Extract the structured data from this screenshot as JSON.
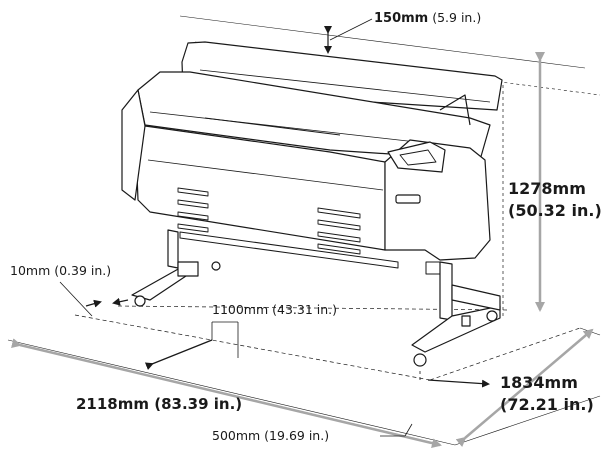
{
  "labels": {
    "top_mm": "150mm",
    "top_in": "(5.9 in.)",
    "height_mm": "1278mm",
    "height_in": "(50.32 in.)",
    "left_gap": "10mm (0.39 in.)",
    "inner_width": "1100mm (43.31 in.)",
    "width_total": "2118mm (83.39 in.)",
    "depth_mm": "1834mm",
    "depth_in": "(72.21 in.)",
    "front_gap": "500mm (19.69 in.)"
  },
  "colors": {
    "line": "#1a1a1a",
    "gray_arrow": "#a6a6a6",
    "body": "#ffffff"
  }
}
